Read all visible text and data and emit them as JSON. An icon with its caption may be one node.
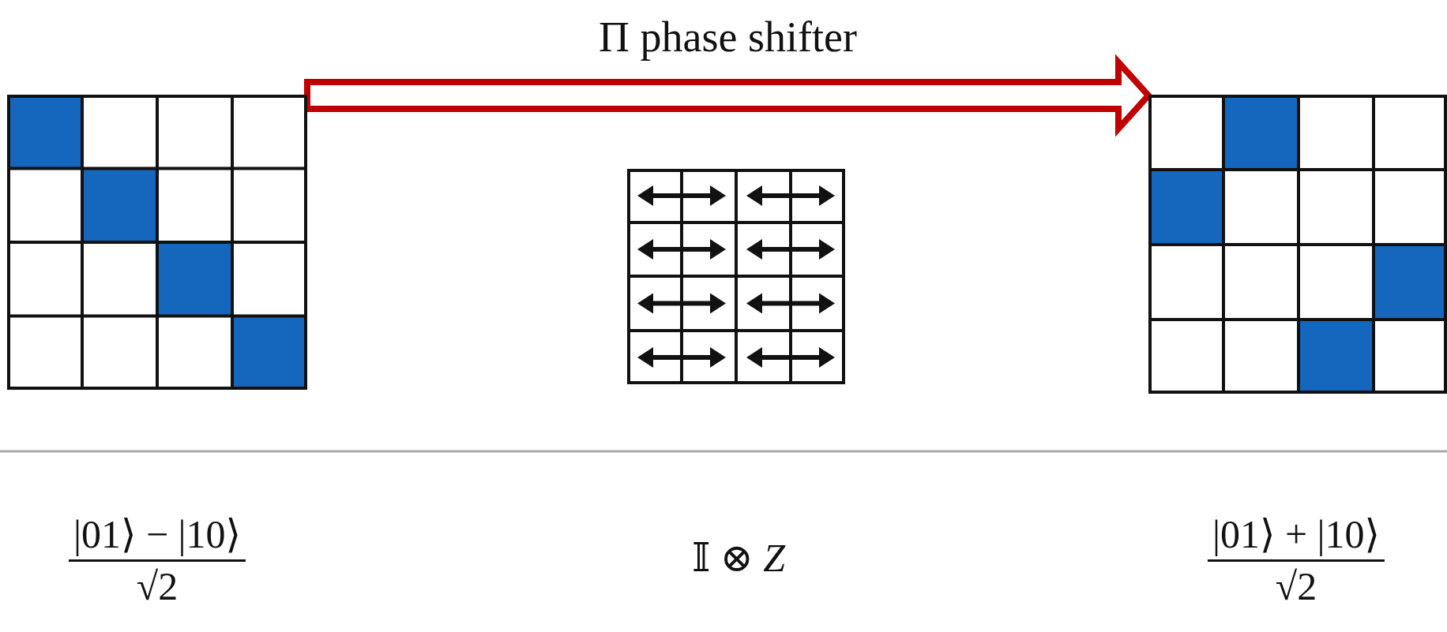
{
  "diagram": {
    "nodes": [
      {
        "text": [],
        "shape": "picture",
        "beside": [
          "|01⟩ − |10⟩",
          "√2"
        ]
      },
      {
        "text": [],
        "shape": "picture"
      },
      {
        "text": [],
        "shape": "picture",
        "beside": [
          "|01⟩ + |10⟩",
          "√2"
        ]
      }
    ],
    "edges": [
      {
        "from": 0,
        "to": 2,
        "arrow": "to",
        "label": "Π phase shifter"
      }
    ],
    "labels": [
      "𝕀 ⊗ *Z*"
    ]
  }
}
